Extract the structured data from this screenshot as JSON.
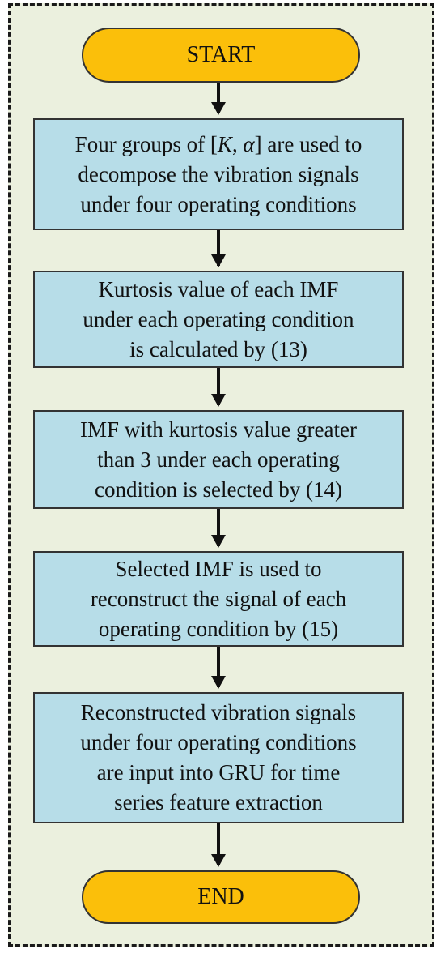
{
  "diagram": {
    "start_label": "START",
    "end_label": "END",
    "steps": [
      {
        "line1": "Four groups of [K, α] are used to",
        "line2": "decompose the vibration signals",
        "line3": "under four operating conditions"
      },
      {
        "line1": "Kurtosis value of each IMF",
        "line2": "under each operating condition",
        "line3": "is calculated by (13)"
      },
      {
        "line1": "IMF with kurtosis value greater",
        "line2": "than 3 under each operating",
        "line3": "condition is selected by (14)"
      },
      {
        "line1": "Selected IMF is used to",
        "line2": "reconstruct the signal of each",
        "line3": "operating condition by (15)"
      },
      {
        "line1": "Reconstructed vibration signals",
        "line2": "under four operating conditions",
        "line3": "are input into GRU for time",
        "line4": "series feature extraction"
      }
    ],
    "colors": {
      "background": "#ebf0de",
      "terminal_fill": "#fbbf0a",
      "process_fill": "#b7dde8",
      "border": "#333333"
    }
  }
}
